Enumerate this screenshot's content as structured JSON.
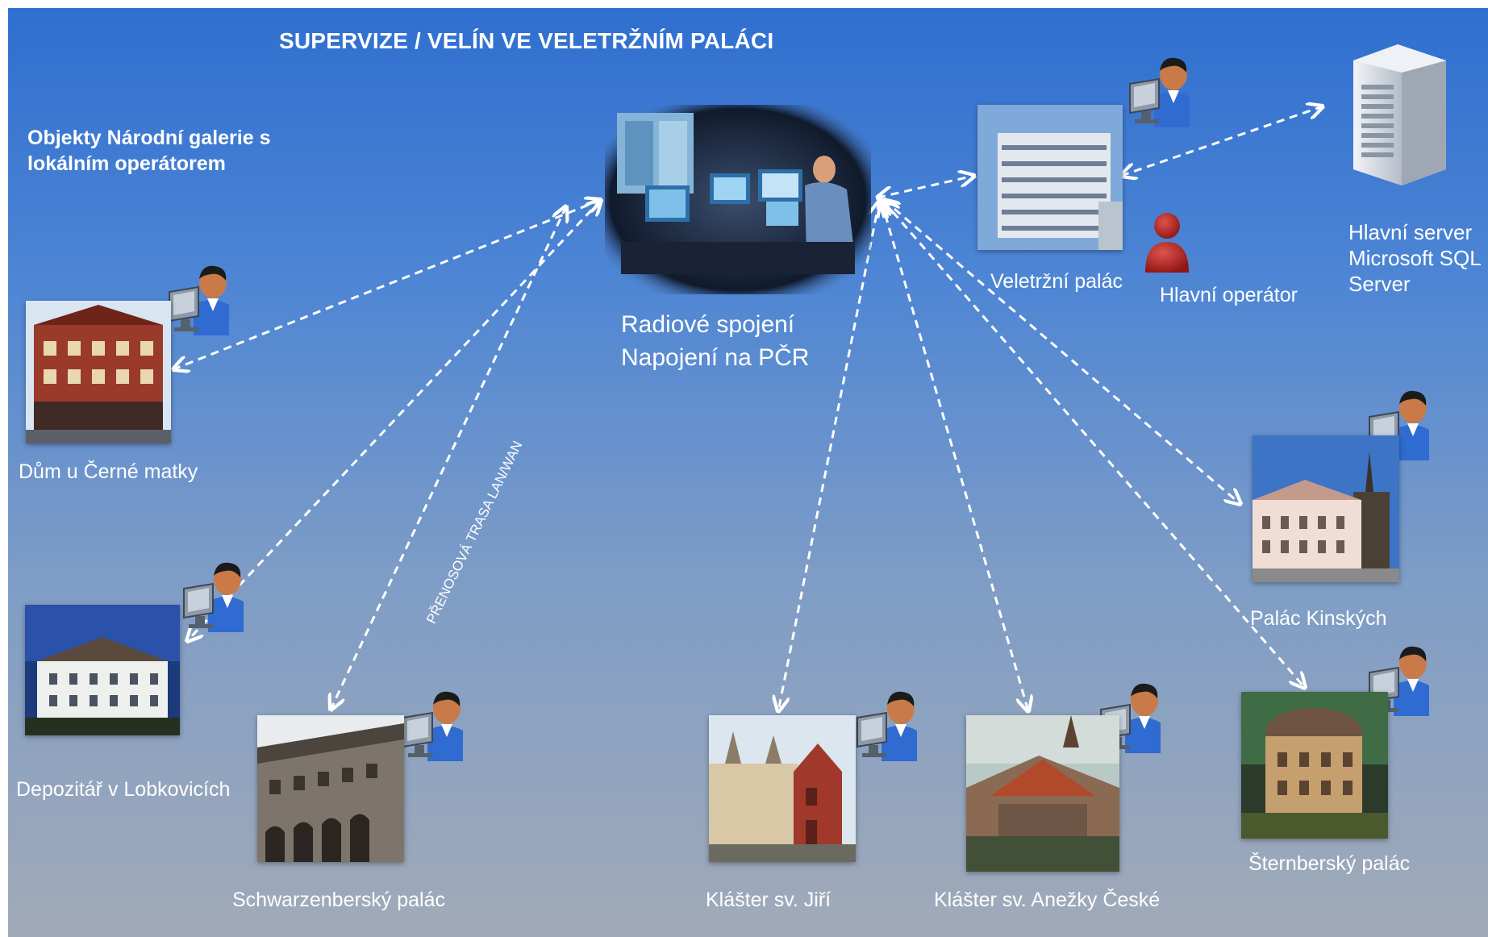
{
  "title": "SUPERVIZE / VELÍN VE VELETRŽNÍM PALÁCI",
  "subtitle": "Objekty Národní galerie s lokálním operátorem",
  "center": {
    "line1": "Radiové spojení",
    "line2": "Napojení na PČR"
  },
  "transmission_label": "PŘENOSOVÁ TRASA LAN/WAN",
  "server": {
    "line1": "Hlavní server",
    "line2": "Microsoft SQL",
    "line3": "Server"
  },
  "main_operator": "Hlavní  operátor",
  "buildings": {
    "veletrzni": "Veletržní palác",
    "cerne_matky": "Dům u Černé matky",
    "lobkovice": "Depozitář v Lobkovicích",
    "schwarzenberg": "Schwarzenberský palác",
    "jiri": "Klášter sv. Jiří",
    "anezka": "Klášter sv. Anežky České",
    "kinsky": "Palác Kinských",
    "sternberg": "Šternberský palác"
  },
  "colors": {
    "background_top": "#2f6fd0",
    "background_bottom": "#a1aab8",
    "text": "#ffffff",
    "link_line": "#ffffff"
  },
  "icons": {
    "operator": "operator-at-monitor-icon",
    "server": "server-tower-icon",
    "main_operator": "person-red-icon"
  }
}
